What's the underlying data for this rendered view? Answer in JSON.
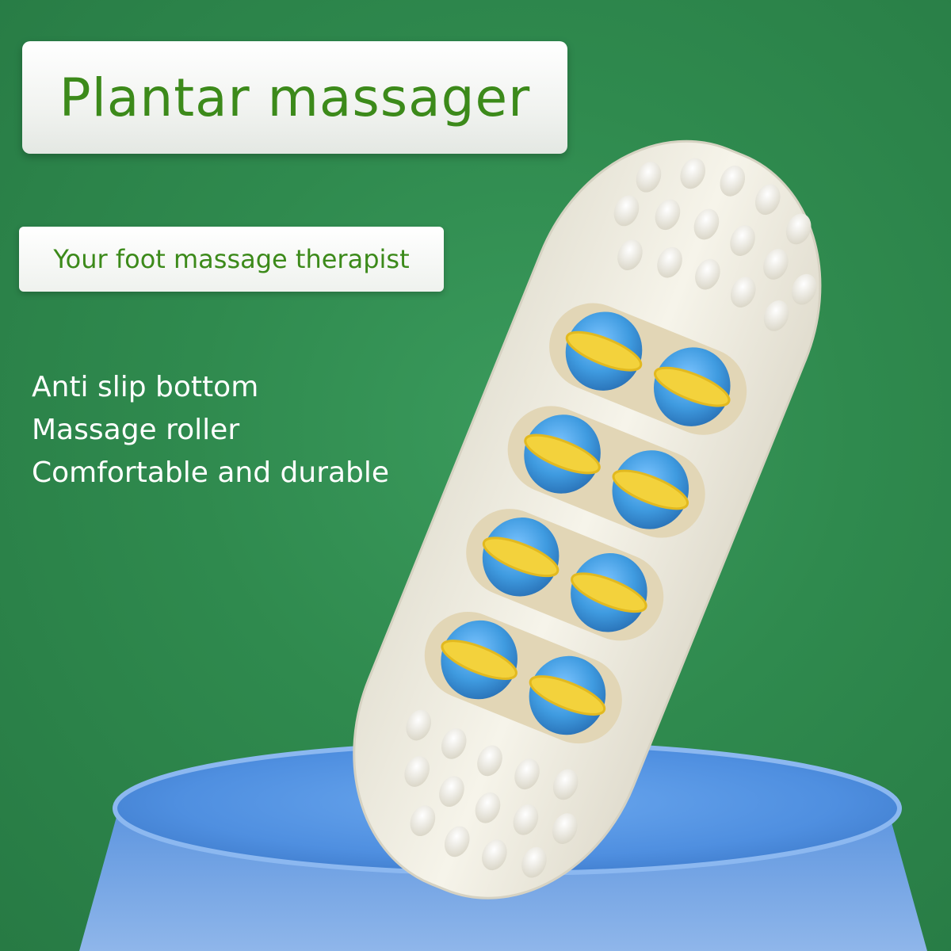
{
  "title": "Plantar massager",
  "subtitle": "Your foot massage therapist",
  "features": [
    "Anti slip bottom",
    "Massage roller",
    "Comfortable and durable"
  ],
  "colors": {
    "background": "#2f8a4e",
    "title_text": "#3c8a1a",
    "massager_body": "#f1efe4",
    "roller_blue": "#3f9be0",
    "roller_yellow": "#f3d23c",
    "pedestal": "#4f8fe0"
  }
}
